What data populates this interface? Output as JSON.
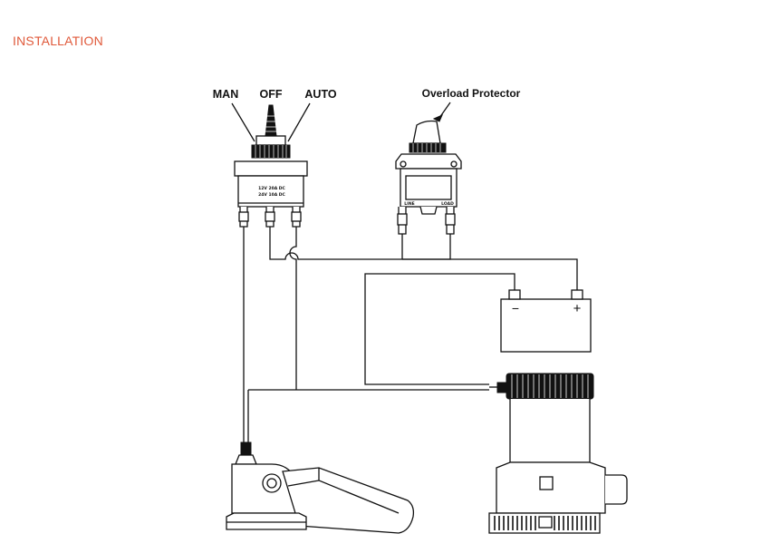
{
  "header": {
    "title": "INSTALLATION"
  },
  "switch": {
    "position_labels": {
      "man": "MAN",
      "off": "OFF",
      "auto": "AUTO"
    },
    "rating_line_1": "12V  20A  DC",
    "rating_line_2": "24V  10A  DC"
  },
  "overload_protector": {
    "label": "Overload Protector",
    "terminal_left": "LINE",
    "terminal_right": "LOAD"
  },
  "battery": {
    "minus_symbol": "−",
    "plus_symbol": "+"
  },
  "colors": {
    "title_accent": "#e0593a",
    "line": "#111111",
    "background": "#ffffff"
  }
}
